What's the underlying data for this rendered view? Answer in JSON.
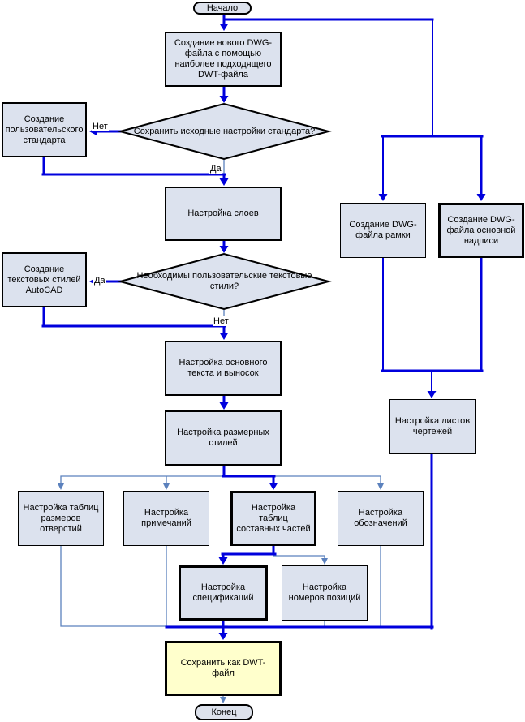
{
  "diagram": {
    "type": "flowchart",
    "language": "ru",
    "colors": {
      "node_fill": "#dce2ee",
      "terminator_fill": "#dde2ec",
      "highlight_fill": "#ffffcc",
      "node_border": "#000000",
      "main_connector": "#0000dd",
      "secondary_connector": "#5b81bd",
      "text": "#000000",
      "background": "#ffffff"
    },
    "nodes": {
      "start": {
        "label": "Начало",
        "shape": "terminator"
      },
      "create_dwg": {
        "label": "Создание нового DWG-файла с помощью наиболее подходящего DWT-файла",
        "shape": "process"
      },
      "keep_settings": {
        "label": "Сохранить исходные настройки стандарта?",
        "shape": "decision"
      },
      "custom_standard": {
        "label": "Создание пользовательского стандарта",
        "shape": "process"
      },
      "layers": {
        "label": "Настройка слоев",
        "shape": "process"
      },
      "need_text_styles": {
        "label": "Необходимы пользовательские текстовые стили?",
        "shape": "decision"
      },
      "autocad_text_styles": {
        "label": "Создание текстовых стилей AutoCAD",
        "shape": "process"
      },
      "main_text": {
        "label": "Настройка основного текста и выносок",
        "shape": "process"
      },
      "dim_styles": {
        "label": "Настройка размерных стилей",
        "shape": "process"
      },
      "hole_tables": {
        "label": "Настройка таблиц размеров отверстий",
        "shape": "process"
      },
      "notes": {
        "label": "Настройка примечаний",
        "shape": "process"
      },
      "parts_tables": {
        "label": "Настройка таблиц составных частей",
        "shape": "process",
        "emphasized": true
      },
      "symbols": {
        "label": "Настройка обозначений",
        "shape": "process"
      },
      "specifications": {
        "label": "Настройка спецификаций",
        "shape": "process",
        "emphasized": true
      },
      "item_numbers": {
        "label": "Настройка номеров позиций",
        "shape": "process"
      },
      "frame_dwg": {
        "label": "Создание DWG-файла рамки",
        "shape": "process"
      },
      "titleblock_dwg": {
        "label": "Создание DWG-файла основной надписи",
        "shape": "process",
        "emphasized": true
      },
      "sheets": {
        "label": "Настройка листов чертежей",
        "shape": "process"
      },
      "save_dwt": {
        "label": "Сохранить как DWT-файл",
        "shape": "process",
        "emphasized": true,
        "highlighted": true
      },
      "end": {
        "label": "Конец",
        "shape": "terminator"
      }
    },
    "edge_labels": {
      "no1": "Нет",
      "yes1": "Да",
      "yes2": "Да",
      "no2": "Нет"
    }
  }
}
